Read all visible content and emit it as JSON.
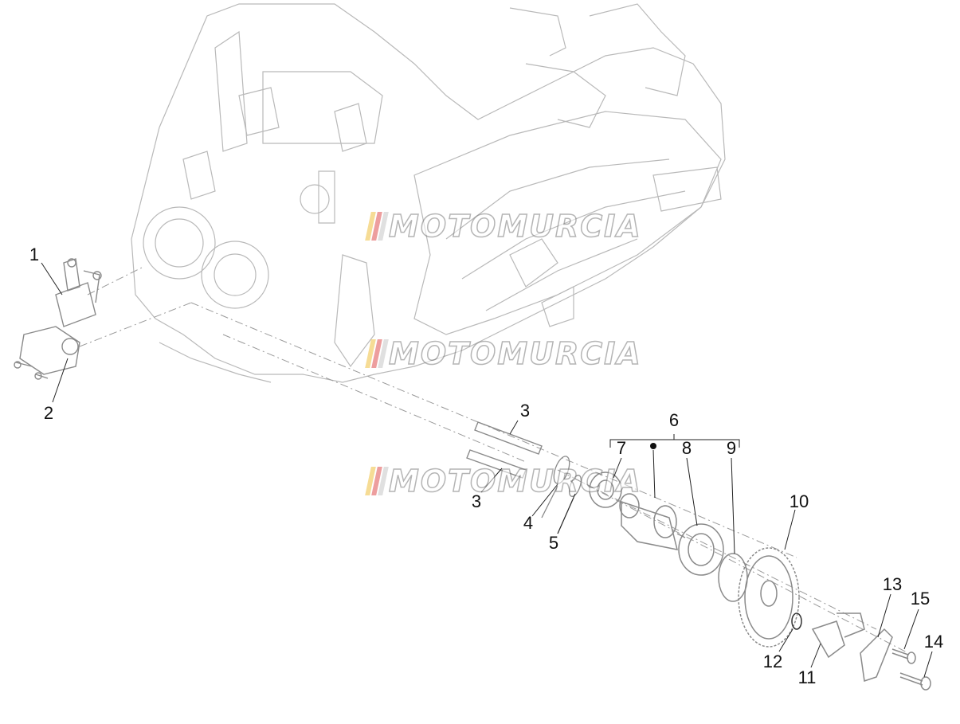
{
  "watermark": {
    "text": "MOTOMURCIA",
    "colors": [
      "#f0c040",
      "#e05050",
      "#c8c8c8"
    ]
  },
  "colors": {
    "line": "#b9b9b9",
    "part": "#8a8a8a",
    "text": "#111111"
  },
  "callouts": [
    {
      "id": "1",
      "text": "1"
    },
    {
      "id": "2",
      "text": "2"
    },
    {
      "id": "3a",
      "text": "3"
    },
    {
      "id": "3b",
      "text": "3"
    },
    {
      "id": "4",
      "text": "4"
    },
    {
      "id": "5",
      "text": "5"
    },
    {
      "id": "6",
      "text": "6"
    },
    {
      "id": "7",
      "text": "7"
    },
    {
      "id": "8",
      "text": "8"
    },
    {
      "id": "9",
      "text": "9"
    },
    {
      "id": "10",
      "text": "10"
    },
    {
      "id": "11",
      "text": "11"
    },
    {
      "id": "12",
      "text": "12"
    },
    {
      "id": "13",
      "text": "13"
    },
    {
      "id": "14",
      "text": "14"
    },
    {
      "id": "15",
      "text": "15"
    }
  ]
}
